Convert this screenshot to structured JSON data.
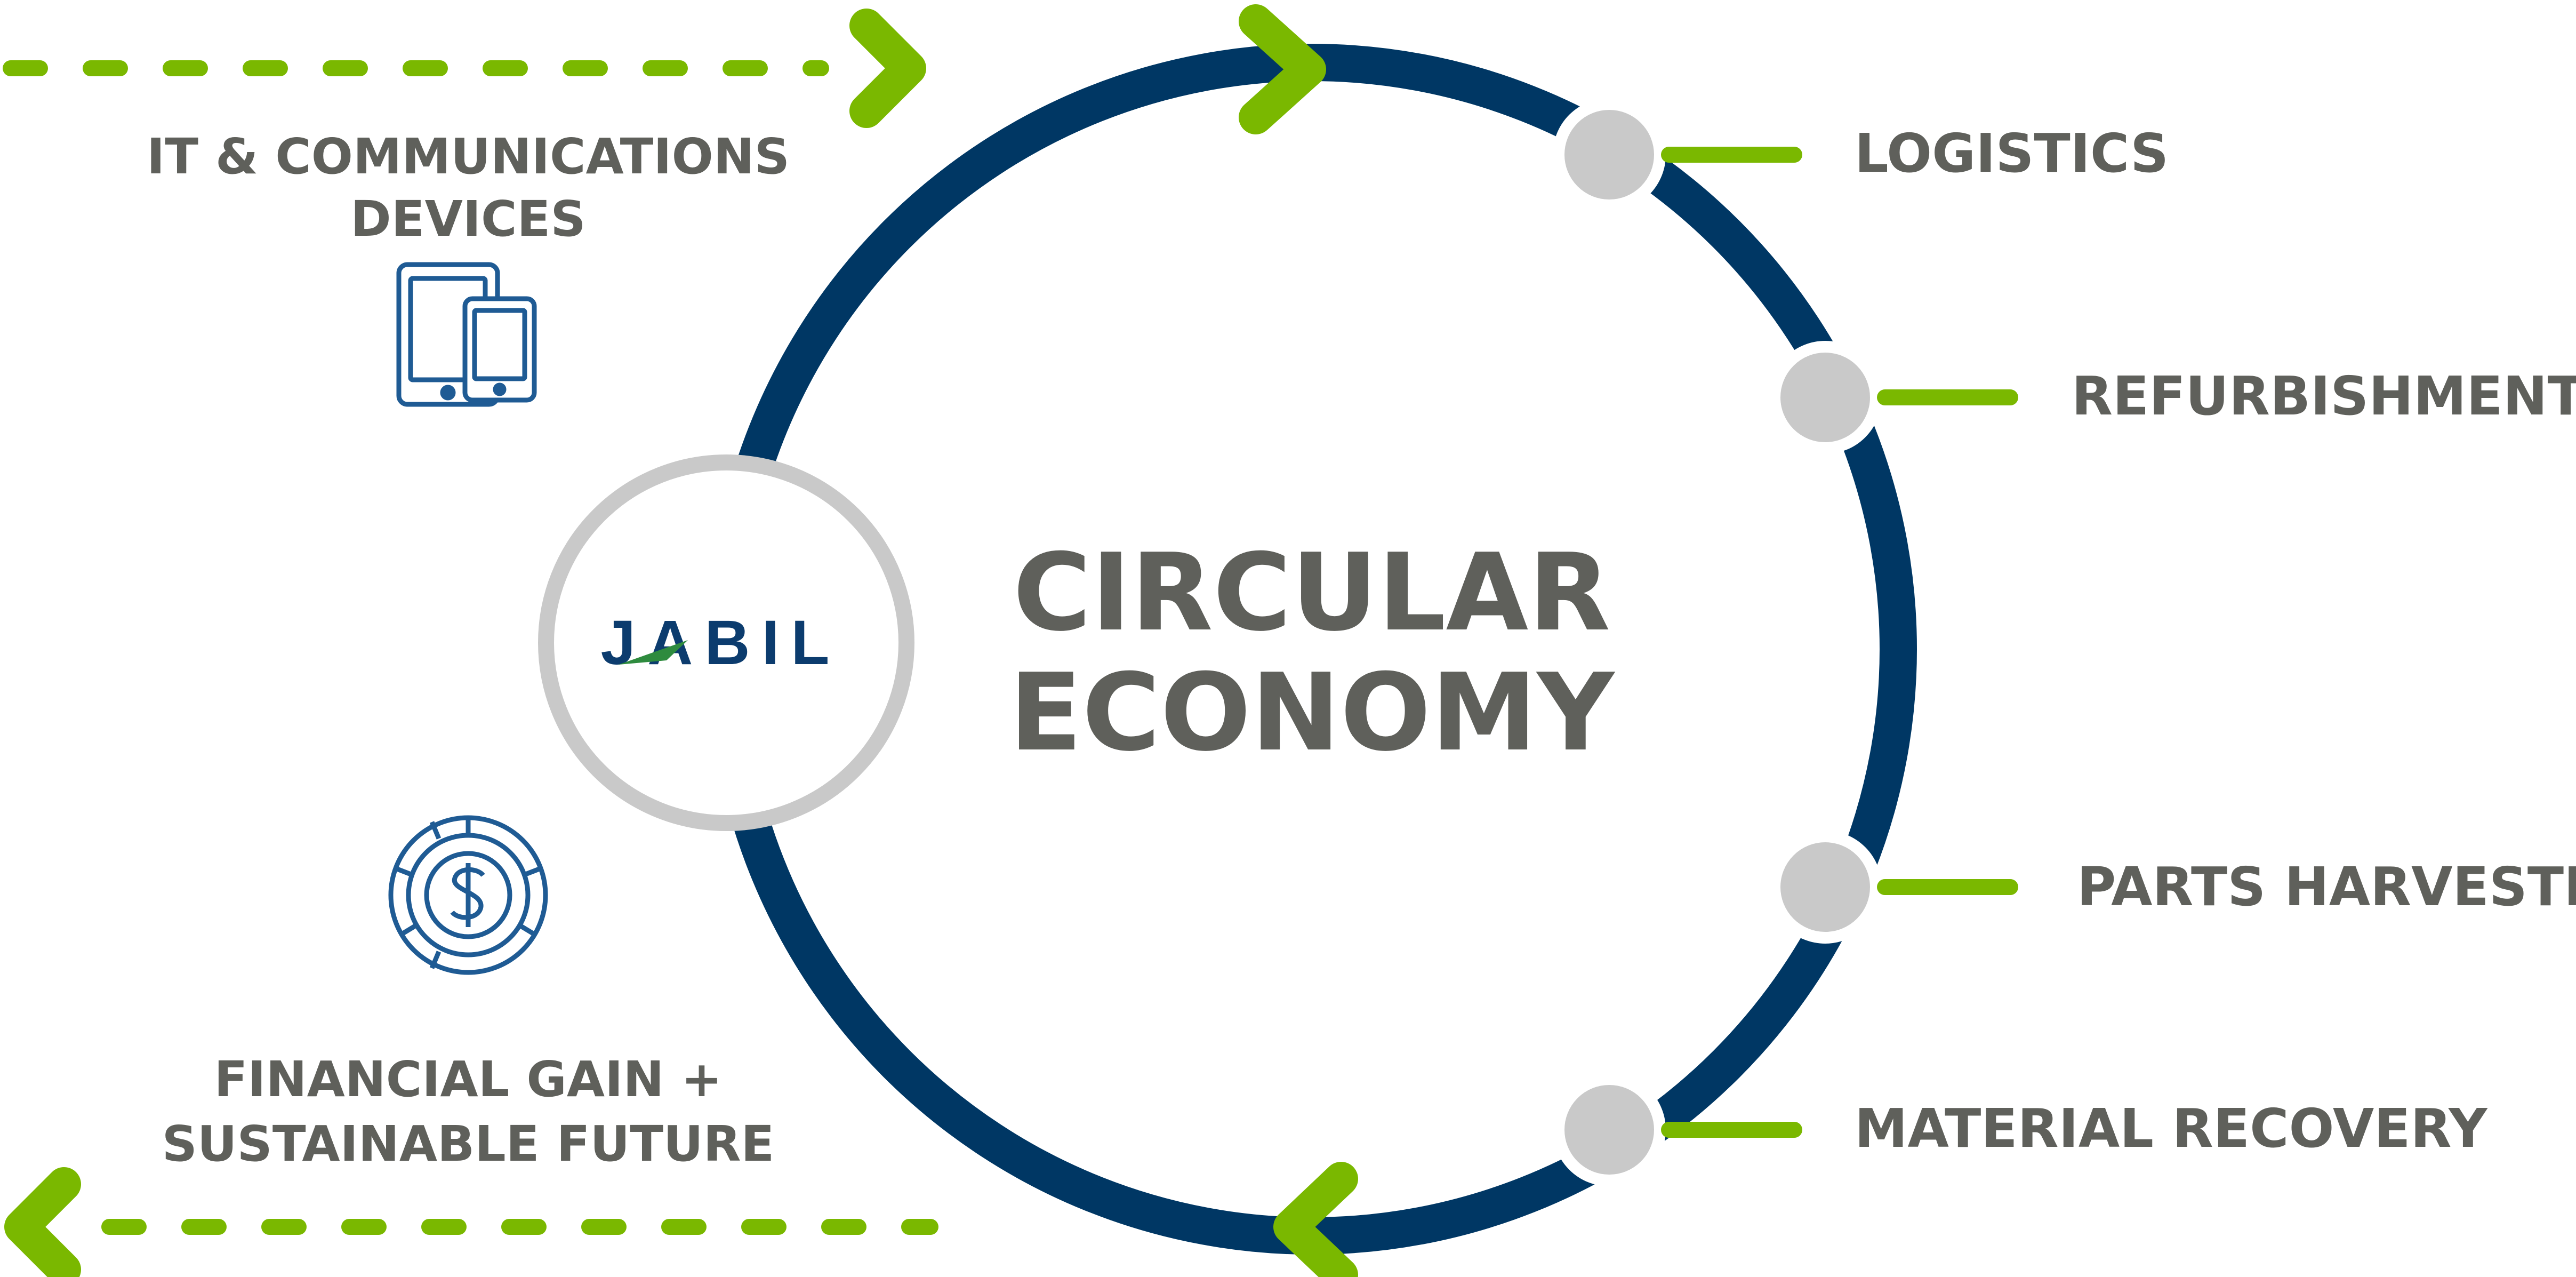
{
  "center_title": {
    "line1": "CIRCULAR",
    "line2": "ECONOMY"
  },
  "logo": {
    "text": "JABIL"
  },
  "input": {
    "line1": "IT & COMMUNICATIONS",
    "line2": "DEVICES",
    "icon": "devices-icon"
  },
  "output": {
    "line1": "FINANCIAL GAIN +",
    "line2": "SUSTAINABLE FUTURE",
    "icon": "financial-gain-icon"
  },
  "stages": [
    {
      "label": "LOGISTICS"
    },
    {
      "label": "REFURBISHMENT"
    },
    {
      "label": "PARTS HARVESTING"
    },
    {
      "label": "MATERIAL RECOVERY"
    }
  ],
  "colors": {
    "ring": "#003764",
    "accent_green": "#7ab800",
    "node_gray": "#c9c9c9",
    "text_gray": "#5f605b"
  }
}
